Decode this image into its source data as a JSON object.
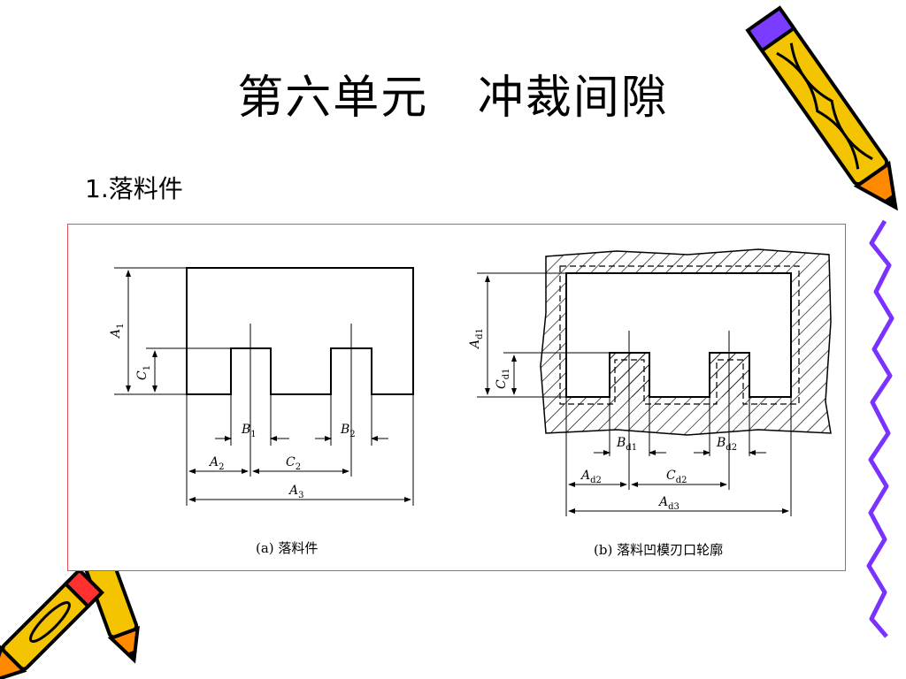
{
  "slide": {
    "title": "第六单元   冲裁间隙",
    "subtitle": "1.落料件"
  },
  "figure": {
    "caption_a": "(a) 落料件",
    "caption_b": "(b) 落料凹模刃口轮廓",
    "labels_a": {
      "a1": "A",
      "a1_sub": "1",
      "c1": "C",
      "c1_sub": "1",
      "b1": "B",
      "b1_sub": "1",
      "b2": "B",
      "b2_sub": "2",
      "a2": "A",
      "a2_sub": "2",
      "c2": "C",
      "c2_sub": "2",
      "a3": "A",
      "a3_sub": "3"
    },
    "labels_b": {
      "ad1": "A",
      "ad1_sub": "d1",
      "cd1": "C",
      "cd1_sub": "d1",
      "bd1": "B",
      "bd1_sub": "d1",
      "bd2": "B",
      "bd2_sub": "d2",
      "ad2": "A",
      "ad2_sub": "d2",
      "cd2": "C",
      "cd2_sub": "d2",
      "ad3": "A",
      "ad3_sub": "d3"
    }
  },
  "colors": {
    "frame_border": "#e05050",
    "pencil_yellow": "#f5c400",
    "pencil_orange": "#ff8a00",
    "pencil_purple": "#7a3cff",
    "squiggle": "#7a33ff"
  },
  "decorations": {
    "top_pencil": "pencil-icon",
    "bottom_pencils": "pencil-icon",
    "right_border": "squiggle-line"
  }
}
